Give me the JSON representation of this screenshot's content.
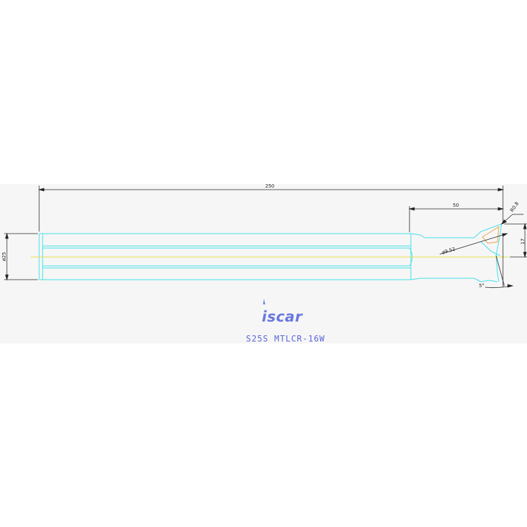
{
  "drawing": {
    "dimensions": {
      "overall_length": "250",
      "head_length": "50",
      "shank_diameter": "ø25",
      "insert_ic": "ø9.52",
      "corner_radius": "R0.8",
      "offset": "17",
      "clearance_angle": "5°"
    },
    "brand": "iscar",
    "part_number": "S25S MTLCR-16W"
  },
  "colors": {
    "outline": "#3fe0e8",
    "centerline": "#e8e046",
    "insert": "#f0a040",
    "dimension": "#222222",
    "brand": "#6a78e0",
    "label": "#5a66d8",
    "sheet": "#f6f6f6"
  }
}
